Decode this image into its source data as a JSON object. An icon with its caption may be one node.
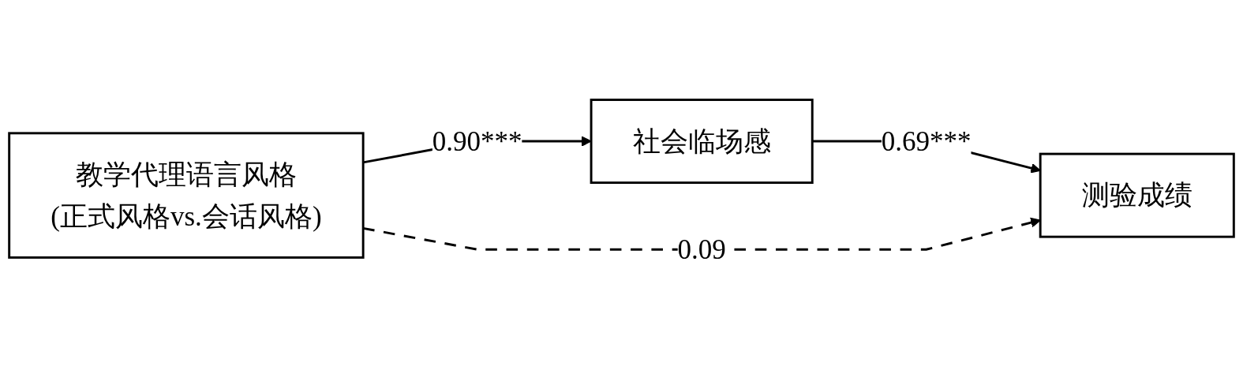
{
  "diagram": {
    "nodes": [
      {
        "text": [
          "社会临场感"
        ]
      },
      {
        "text": [
          "教学代理语言风格",
          "(正式风格vs.会话风格)"
        ]
      },
      {
        "text": [
          "测验成绩"
        ]
      }
    ],
    "edges": [
      {
        "from": 1,
        "to": 0,
        "arrow": "to",
        "label": "0.90***"
      },
      {
        "from": 0,
        "to": 2,
        "arrow": "to",
        "label": "0.69***"
      },
      {
        "from": 1,
        "to": 2,
        "arrow": "to",
        "label": "0.09",
        "style": "dashed"
      }
    ]
  }
}
